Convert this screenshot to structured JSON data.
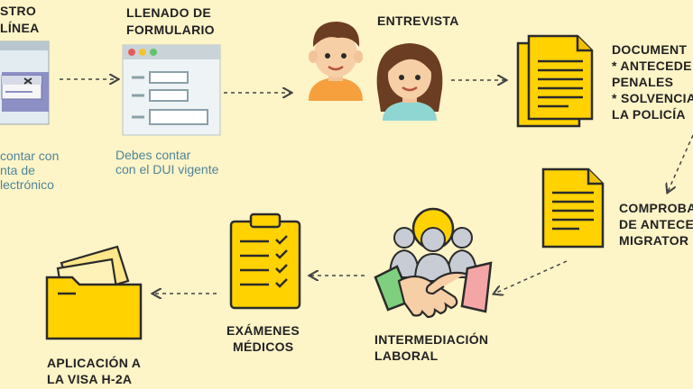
{
  "steps": {
    "registro": {
      "title_lines": [
        "STRO",
        "LÍNEA"
      ],
      "note_lines": [
        "contar con",
        "nta de",
        "lectrónico"
      ]
    },
    "formulario": {
      "title_lines": [
        "LLENADO DE",
        "FORMULARIO"
      ],
      "note_lines": [
        "Debes contar",
        "con el DUI vigente"
      ]
    },
    "entrevista": {
      "title": "ENTREVISTA"
    },
    "documentos": {
      "lines": [
        "DOCUMENT",
        "* ANTECEDE",
        "PENALES",
        "* SOLVENCIA",
        "LA POLICÍA"
      ]
    },
    "comprobacion": {
      "lines": [
        "COMPROBA",
        "DE ANTECE",
        "MIGRATOR"
      ]
    },
    "intermediacion": {
      "title_lines": [
        "INTERMEDIACIÓN",
        "LABORAL"
      ]
    },
    "examenes": {
      "title_lines": [
        "EXÁMENES",
        "MÉDICOS"
      ]
    },
    "aplicacion": {
      "title_lines": [
        "APLICACIÓN A",
        "LA VISA H-2A"
      ]
    }
  },
  "colors": {
    "background": "#fdf4c8",
    "yellow": "#ffd200",
    "note": "#4f8599",
    "outline": "#2b2b2b"
  }
}
